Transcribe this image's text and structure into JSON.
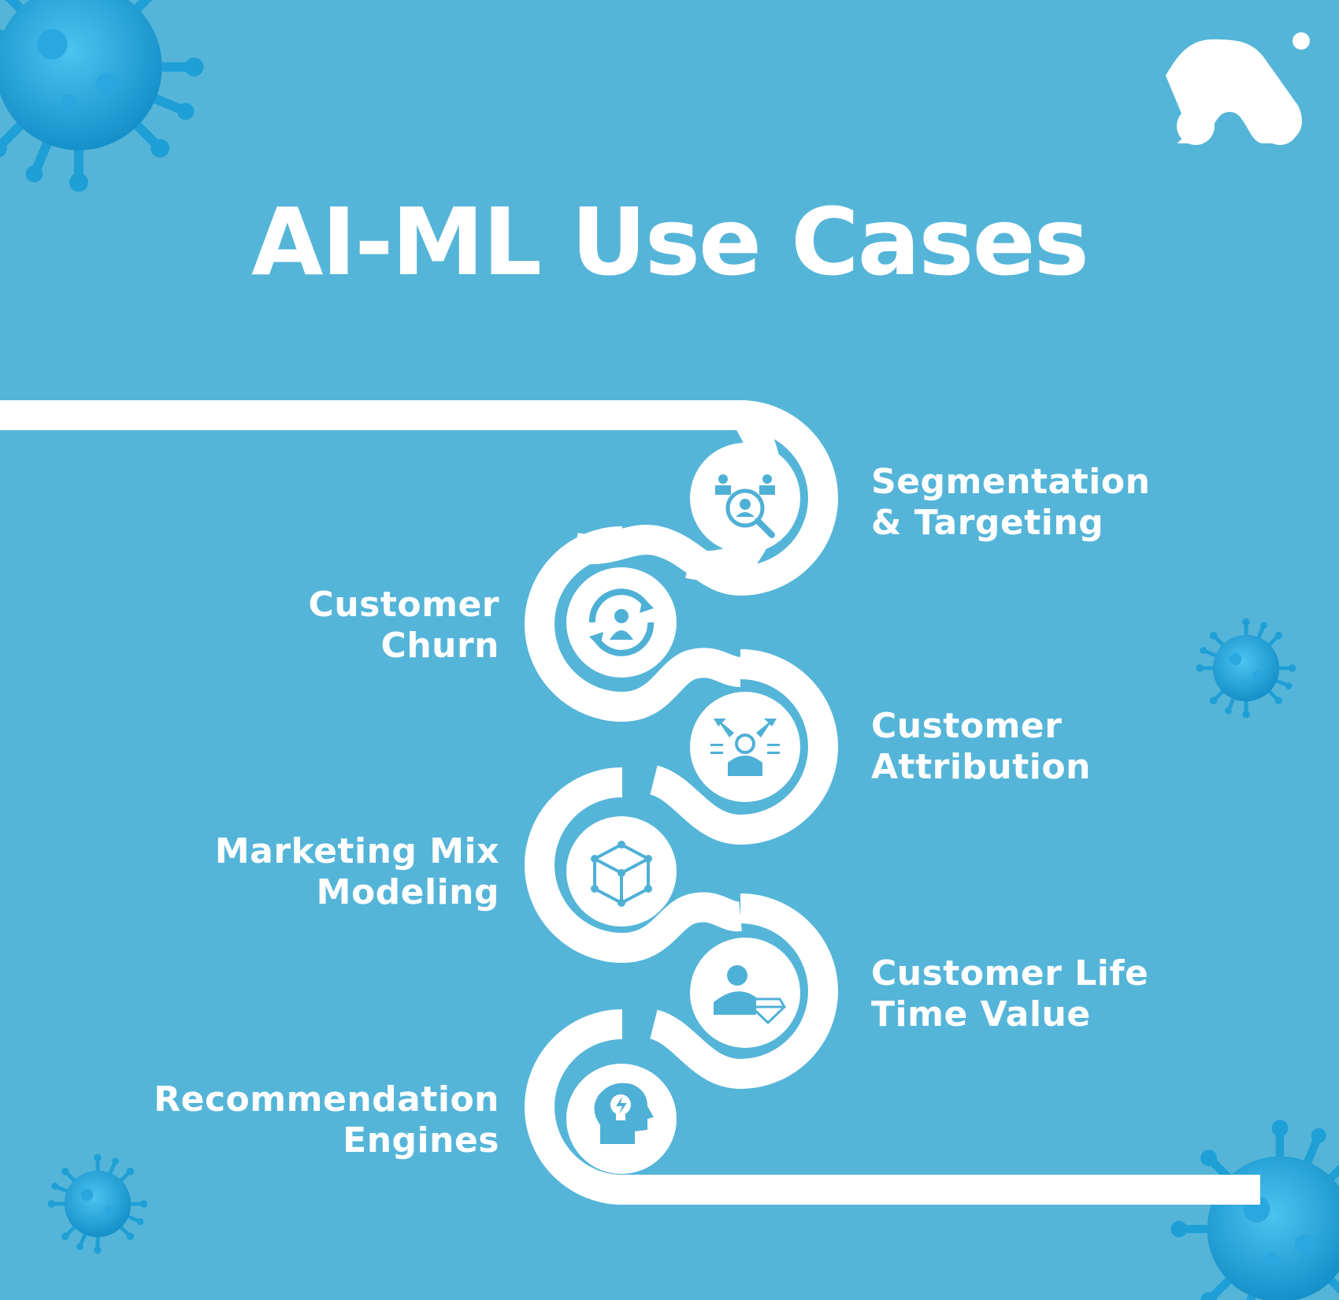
{
  "title": "AI-ML Use Cases",
  "colors": {
    "background": "#55b5d8",
    "path": "#ffffff",
    "icon": "#4fb0d6",
    "virus": "#1e9fd6"
  },
  "steps": [
    {
      "lines": [
        "Segmentation",
        "& Targeting"
      ],
      "icon": "segmentation-target-icon",
      "side": "right"
    },
    {
      "lines": [
        "Customer",
        "Churn"
      ],
      "icon": "churn-cycle-icon",
      "side": "left"
    },
    {
      "lines": [
        "Customer",
        "Attribution"
      ],
      "icon": "attribution-pointing-icon",
      "side": "right"
    },
    {
      "lines": [
        "Marketing Mix",
        "Modeling"
      ],
      "icon": "cube-model-icon",
      "side": "left"
    },
    {
      "lines": [
        "Customer Life",
        "Time Value"
      ],
      "icon": "person-diamond-icon",
      "side": "right"
    },
    {
      "lines": [
        "Recommendation",
        "Engines"
      ],
      "icon": "head-lightbulb-icon",
      "side": "left"
    }
  ]
}
